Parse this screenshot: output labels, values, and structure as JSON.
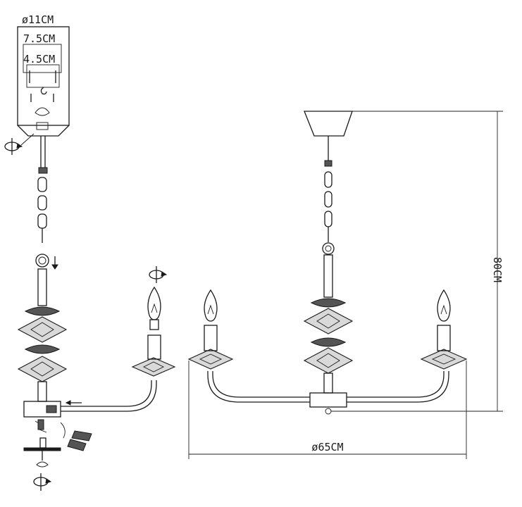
{
  "dimensions": {
    "canopy_diameter": "ø11CM",
    "bracket_outer": "7.5CM",
    "bracket_inner": "4.5CM",
    "height": "80CM",
    "width": "ø65CM"
  },
  "icons": [
    "rotate-icon",
    "arrow-down-icon",
    "arrow-left-icon",
    "bulb-icon",
    "screw-icon"
  ]
}
